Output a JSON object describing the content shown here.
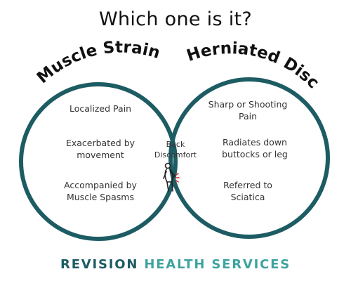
{
  "title": "Which one is it?",
  "left_circle": {
    "label": "Muscle Strain",
    "items": [
      "Localized Pain",
      "Exacerbated by\nmovement",
      "Accompanied by\nMuscle Spasms"
    ]
  },
  "right_circle": {
    "label": "Herniated Disc",
    "items": [
      "Sharp or Shooting\nPain",
      "Radiates down\nbuttocks or leg",
      "Referred to\nSciatica"
    ]
  },
  "overlap": {
    "label": "Back\nDiscomfort",
    "icon": "back-pain-person-icon"
  },
  "footer": {
    "word1": "REVISION",
    "word2": "HEALTH",
    "word3": "SERVICES"
  },
  "colors": {
    "circle_stroke": "#1d5c63",
    "footer_dark": "#1d5c63",
    "footer_accent": "#3fa3a0",
    "pain_mark": "#d62b2b"
  }
}
